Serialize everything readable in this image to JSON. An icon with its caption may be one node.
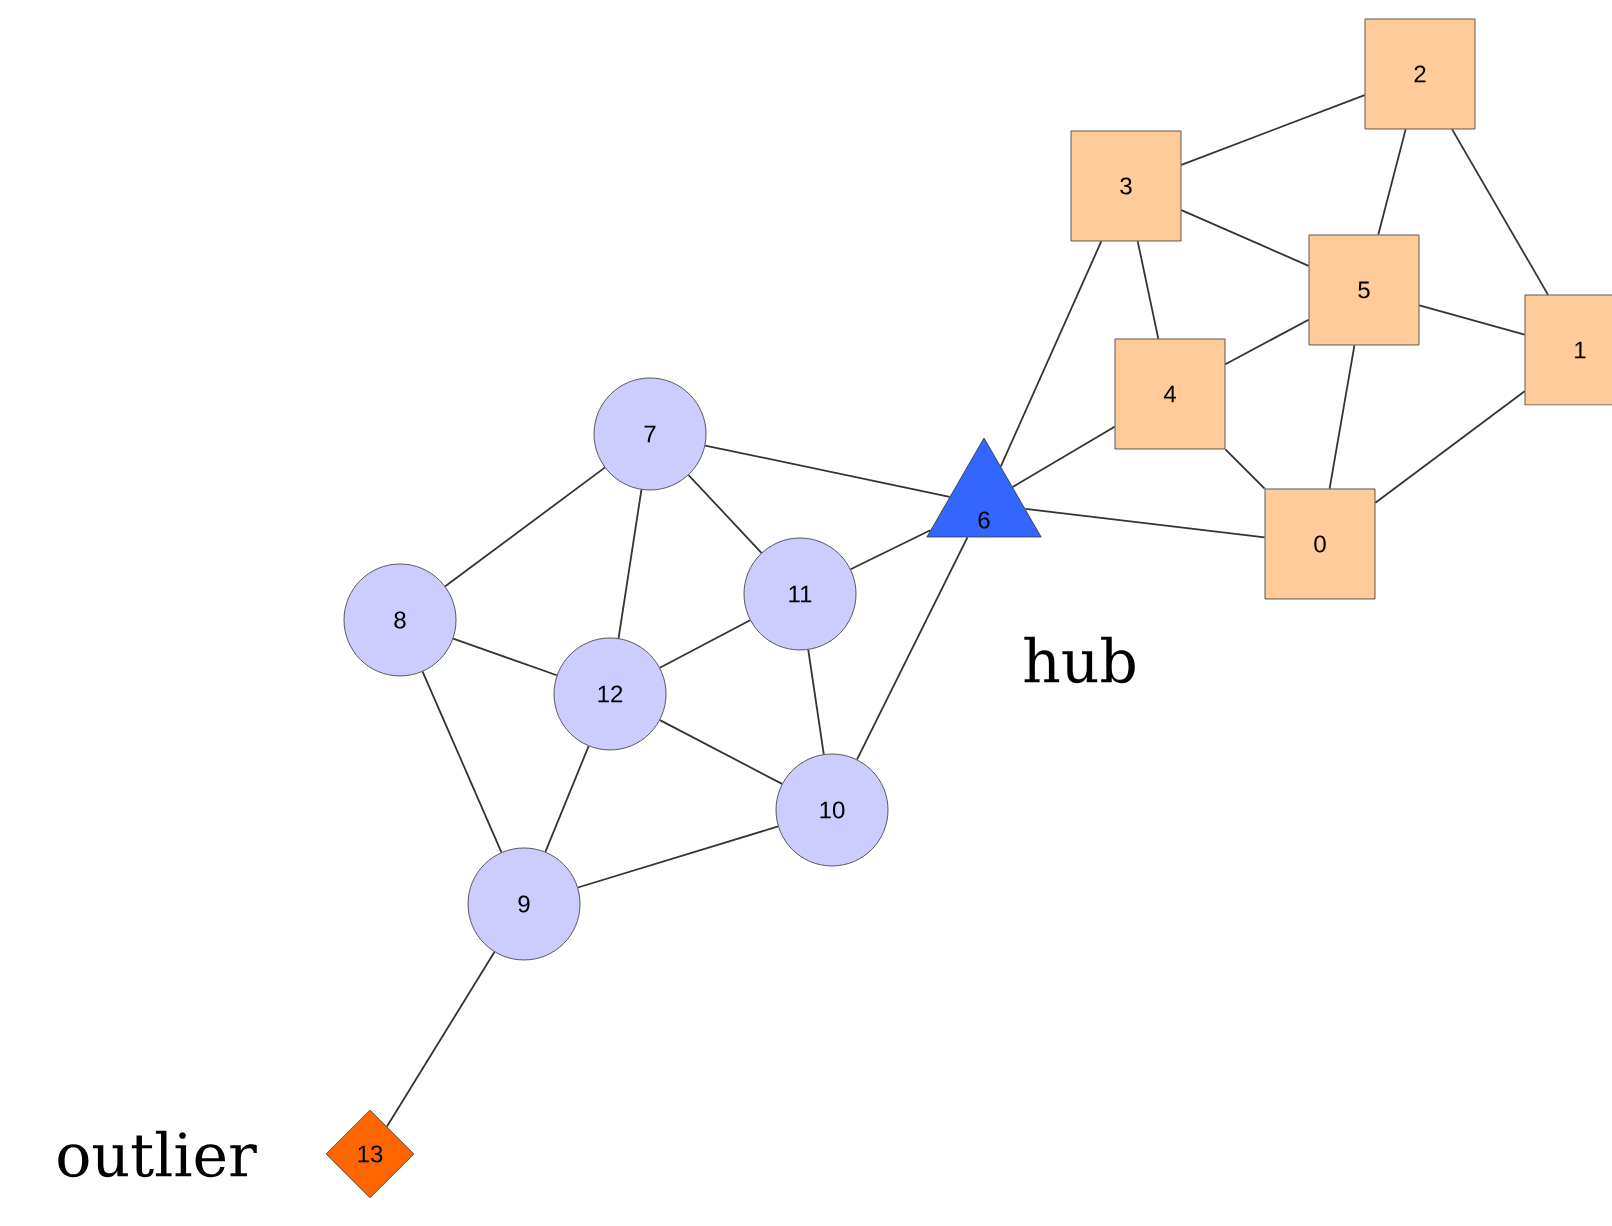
{
  "diagram": {
    "nodes": [
      {
        "text": [
          "0"
        ]
      },
      {
        "text": [
          "1"
        ]
      },
      {
        "text": [
          "2"
        ]
      },
      {
        "text": [
          "3"
        ]
      },
      {
        "text": [
          "4"
        ]
      },
      {
        "text": [
          "5"
        ]
      },
      {
        "text": [
          "6"
        ],
        "beside": [
          "hub"
        ]
      },
      {
        "text": [
          "7"
        ]
      },
      {
        "text": [
          "8"
        ]
      },
      {
        "text": [
          "9"
        ]
      },
      {
        "text": [
          "10"
        ]
      },
      {
        "text": [
          "11"
        ]
      },
      {
        "text": [
          "12"
        ]
      },
      {
        "text": [
          "13"
        ],
        "beside": [
          "outlier"
        ]
      }
    ],
    "edges": [
      {
        "from": 3,
        "to": 2,
        "arrow": "none"
      },
      {
        "from": 2,
        "to": 5,
        "arrow": "none"
      },
      {
        "from": 2,
        "to": 1,
        "arrow": "none"
      },
      {
        "from": 3,
        "to": 5,
        "arrow": "none"
      },
      {
        "from": 3,
        "to": 4,
        "arrow": "none"
      },
      {
        "from": 3,
        "to": 6,
        "arrow": "none"
      },
      {
        "from": 5,
        "to": 4,
        "arrow": "none"
      },
      {
        "from": 5,
        "to": 1,
        "arrow": "none"
      },
      {
        "from": 5,
        "to": 0,
        "arrow": "none"
      },
      {
        "from": 4,
        "to": 0,
        "arrow": "none"
      },
      {
        "from": 4,
        "to": 6,
        "arrow": "none"
      },
      {
        "from": 1,
        "to": 0,
        "arrow": "none"
      },
      {
        "from": 6,
        "to": 0,
        "arrow": "none"
      },
      {
        "from": 7,
        "to": 6,
        "arrow": "none"
      },
      {
        "from": 11,
        "to": 6,
        "arrow": "none"
      },
      {
        "from": 10,
        "to": 6,
        "arrow": "none"
      },
      {
        "from": 7,
        "to": 8,
        "arrow": "none"
      },
      {
        "from": 7,
        "to": 11,
        "arrow": "none"
      },
      {
        "from": 7,
        "to": 12,
        "arrow": "none"
      },
      {
        "from": 8,
        "to": 12,
        "arrow": "none"
      },
      {
        "from": 8,
        "to": 9,
        "arrow": "none"
      },
      {
        "from": 11,
        "to": 12,
        "arrow": "none"
      },
      {
        "from": 11,
        "to": 10,
        "arrow": "none"
      },
      {
        "from": 12,
        "to": 10,
        "arrow": "none"
      },
      {
        "from": 12,
        "to": 9,
        "arrow": "none"
      },
      {
        "from": 9,
        "to": 10,
        "arrow": "none"
      },
      {
        "from": 9,
        "to": 13,
        "arrow": "none"
      }
    ]
  }
}
